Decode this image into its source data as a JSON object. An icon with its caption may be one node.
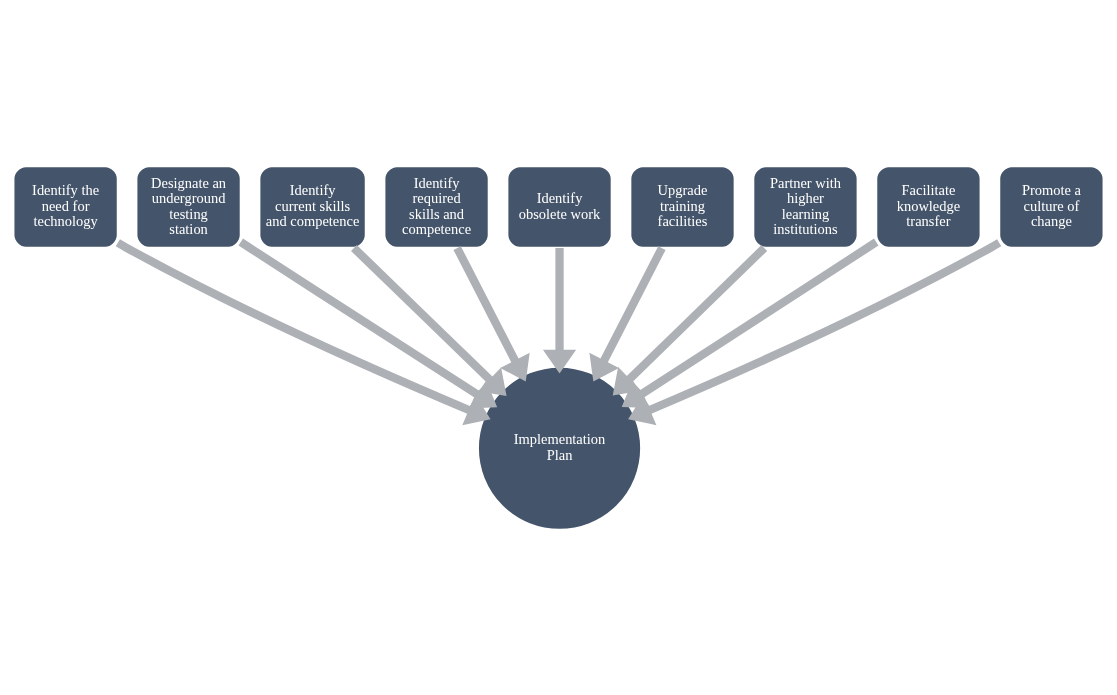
{
  "diagram": {
    "nodes": [
      {
        "text": [
          "Identify the need for technology"
        ]
      },
      {
        "text": [
          "Designate an underground testing station"
        ]
      },
      {
        "text": [
          "Identify current skills and competence"
        ]
      },
      {
        "text": [
          "Identify required skills and competence"
        ]
      },
      {
        "text": [
          "Identify obsolete work"
        ]
      },
      {
        "text": [
          "Upgrade training facilities"
        ]
      },
      {
        "text": [
          "Partner with higher learning institutions"
        ]
      },
      {
        "text": [
          "Facilitate knowledge transfer"
        ]
      },
      {
        "text": [
          "Promote a culture of change"
        ]
      },
      {
        "text": [
          "Implementation Plan"
        ]
      }
    ],
    "edges": [
      {
        "from": 0,
        "to": 9,
        "arrow": "to"
      },
      {
        "from": 1,
        "to": 9,
        "arrow": "to"
      },
      {
        "from": 2,
        "to": 9,
        "arrow": "to"
      },
      {
        "from": 3,
        "to": 9,
        "arrow": "to"
      },
      {
        "from": 4,
        "to": 9,
        "arrow": "to"
      },
      {
        "from": 5,
        "to": 9,
        "arrow": "to"
      },
      {
        "from": 6,
        "to": 9,
        "arrow": "to"
      },
      {
        "from": 7,
        "to": 9,
        "arrow": "to"
      },
      {
        "from": 8,
        "to": 9,
        "arrow": "to"
      }
    ]
  }
}
